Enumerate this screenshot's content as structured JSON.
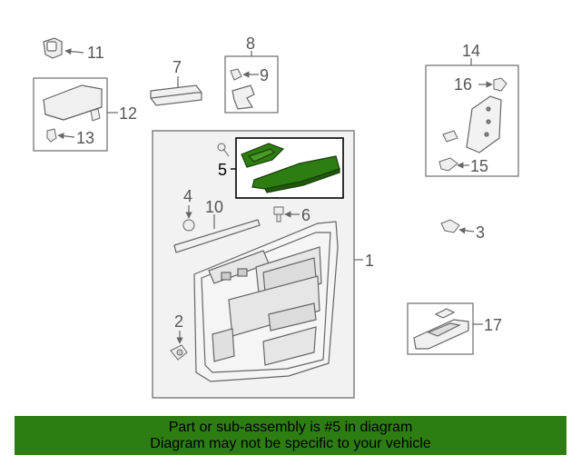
{
  "callouts": {
    "c1": "1",
    "c2": "2",
    "c3": "3",
    "c4": "4",
    "c5": "5",
    "c6": "6",
    "c7": "7",
    "c8": "8",
    "c9": "9",
    "c10": "10",
    "c11": "11",
    "c12": "12",
    "c13": "13",
    "c14": "14",
    "c15": "15",
    "c16": "16",
    "c17": "17"
  },
  "highlighted_part": "5",
  "colors": {
    "highlight_fill": "#2e7d12",
    "banner_bg": "#2e7d12",
    "line_gray": "#777777",
    "panel_fill": "#f2f2f2"
  },
  "banner": {
    "line1": "Part or sub-assembly is #5 in diagram",
    "line2": "Diagram may not be specific to your vehicle"
  }
}
